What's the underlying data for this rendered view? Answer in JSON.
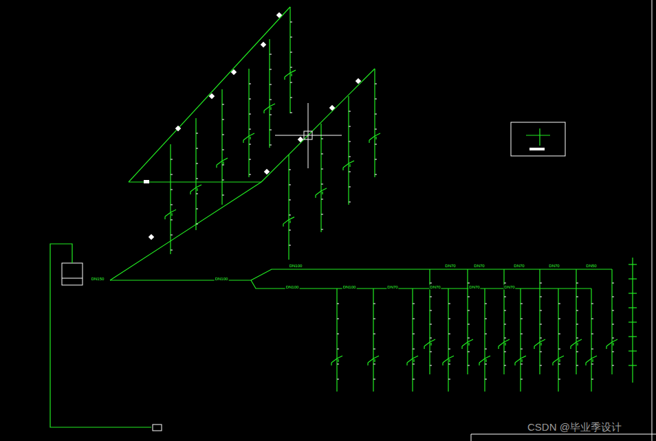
{
  "diagram": {
    "labels": [
      "DN150",
      "DN100",
      "DN100",
      "DN70",
      "DN70",
      "DN70",
      "DN70",
      "DN50",
      "DN100",
      "DN100",
      "DN70",
      "DN70",
      "DN70",
      "DN70",
      "CSDN @毕业季设计"
    ]
  }
}
